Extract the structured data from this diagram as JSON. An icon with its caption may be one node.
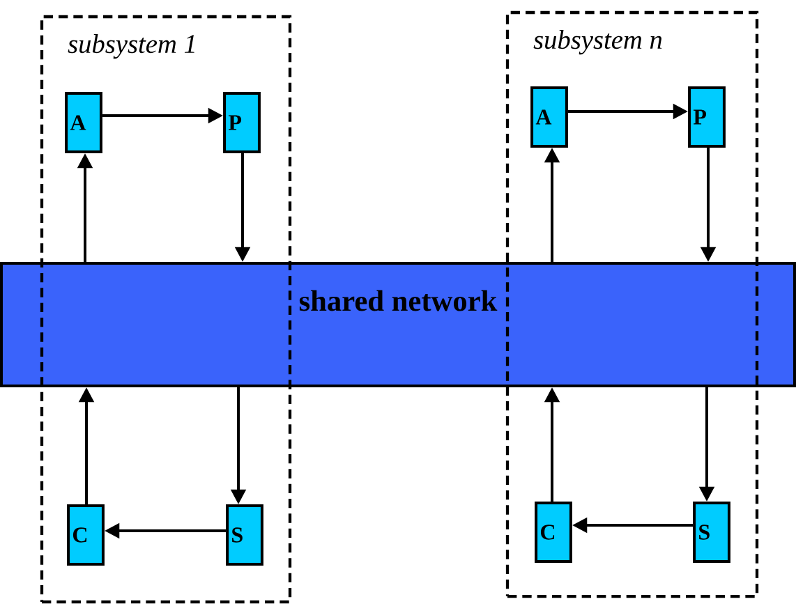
{
  "diagram": {
    "nodes": [
      {
        "text": [
          "subsystem 1"
        ]
      },
      {
        "text": [
          "A"
        ],
        "in": 0
      },
      {
        "text": [
          "P"
        ],
        "in": 0
      },
      {
        "text": [
          "C"
        ],
        "in": 0
      },
      {
        "text": [
          "S"
        ],
        "in": 0
      },
      {
        "text": [
          "subsystem n"
        ]
      },
      {
        "text": [
          "A"
        ],
        "in": 5
      },
      {
        "text": [
          "P"
        ],
        "in": 5
      },
      {
        "text": [
          "C"
        ],
        "in": 5
      },
      {
        "text": [
          "S"
        ],
        "in": 5
      },
      {
        "text": [
          "shared network"
        ]
      }
    ],
    "edges": [
      {
        "from": 1,
        "to": 2,
        "arrow": "to"
      },
      {
        "from": 10,
        "to": 1,
        "arrow": "to"
      },
      {
        "from": 2,
        "to": 10,
        "arrow": "to"
      },
      {
        "from": 4,
        "to": 3,
        "arrow": "to"
      },
      {
        "from": 3,
        "to": 10,
        "arrow": "to"
      },
      {
        "from": 10,
        "to": 4,
        "arrow": "to"
      },
      {
        "from": 6,
        "to": 7,
        "arrow": "to"
      },
      {
        "from": 10,
        "to": 6,
        "arrow": "to"
      },
      {
        "from": 7,
        "to": 10,
        "arrow": "to"
      },
      {
        "from": 9,
        "to": 8,
        "arrow": "to"
      },
      {
        "from": 8,
        "to": 10,
        "arrow": "to"
      },
      {
        "from": 10,
        "to": 9,
        "arrow": "to"
      }
    ]
  }
}
